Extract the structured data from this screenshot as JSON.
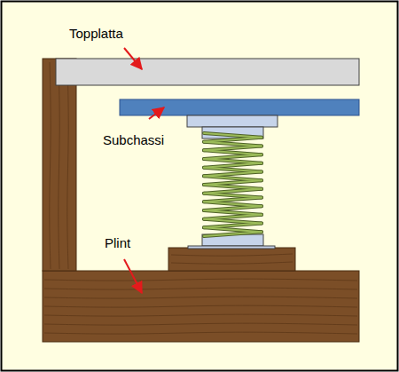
{
  "diagram": {
    "labels": [
      "Topplatta",
      "Subchassi",
      "Plint"
    ]
  }
}
